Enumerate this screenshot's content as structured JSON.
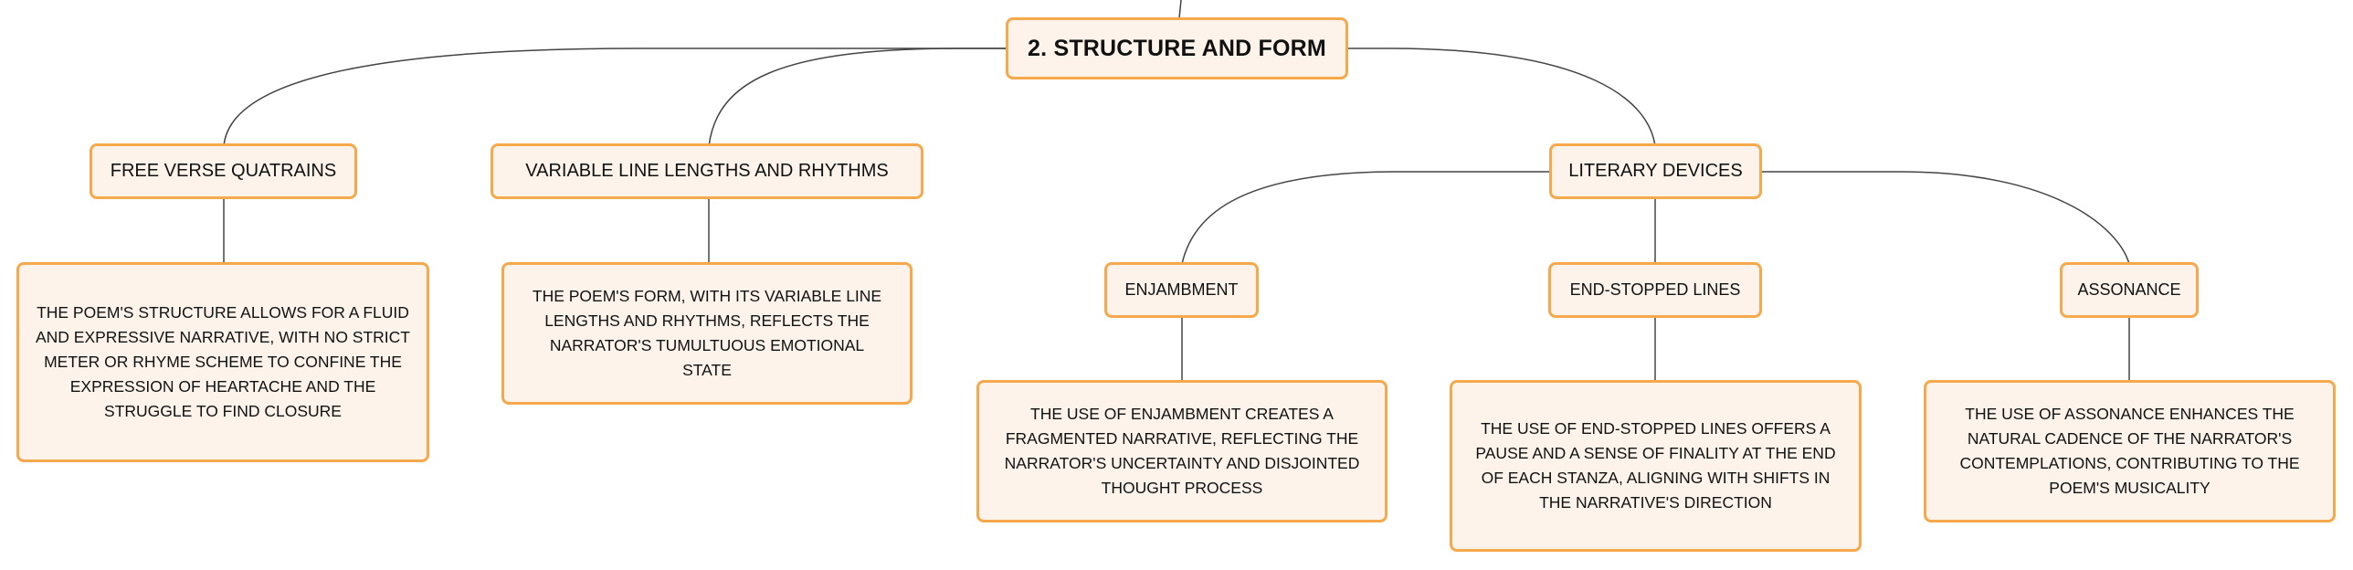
{
  "root": {
    "label": "2. STRUCTURE AND FORM"
  },
  "branches": [
    {
      "label": "FREE VERSE QUATRAINS",
      "description": "THE POEM'S STRUCTURE ALLOWS FOR A FLUID AND EXPRESSIVE NARRATIVE, WITH NO STRICT METER OR RHYME SCHEME TO CONFINE THE EXPRESSION OF HEARTACHE AND THE STRUGGLE TO FIND CLOSURE"
    },
    {
      "label": "VARIABLE LINE LENGTHS AND RHYTHMS",
      "description": "THE POEM'S FORM, WITH ITS VARIABLE LINE LENGTHS AND RHYTHMS, REFLECTS THE NARRATOR'S TUMULTUOUS EMOTIONAL STATE"
    },
    {
      "label": "LITERARY DEVICES",
      "children": [
        {
          "label": "ENJAMBMENT",
          "description": "THE USE OF ENJAMBMENT CREATES A FRAGMENTED NARRATIVE, REFLECTING THE NARRATOR'S UNCERTAINTY AND DISJOINTED THOUGHT PROCESS"
        },
        {
          "label": "END-STOPPED LINES",
          "description": "THE USE OF END-STOPPED LINES OFFERS A PAUSE AND A SENSE OF FINALITY AT THE END OF EACH STANZA, ALIGNING WITH SHIFTS IN THE NARRATIVE'S DIRECTION"
        },
        {
          "label": "ASSONANCE",
          "description": "THE USE OF ASSONANCE ENHANCES THE NATURAL CADENCE OF THE NARRATOR'S CONTEMPLATIONS, CONTRIBUTING TO THE POEM'S MUSICALITY"
        }
      ]
    }
  ],
  "colors": {
    "node_fill": "#fdf3ea",
    "node_border": "#f5a84c",
    "connector": "#444444",
    "text": "#111111"
  }
}
